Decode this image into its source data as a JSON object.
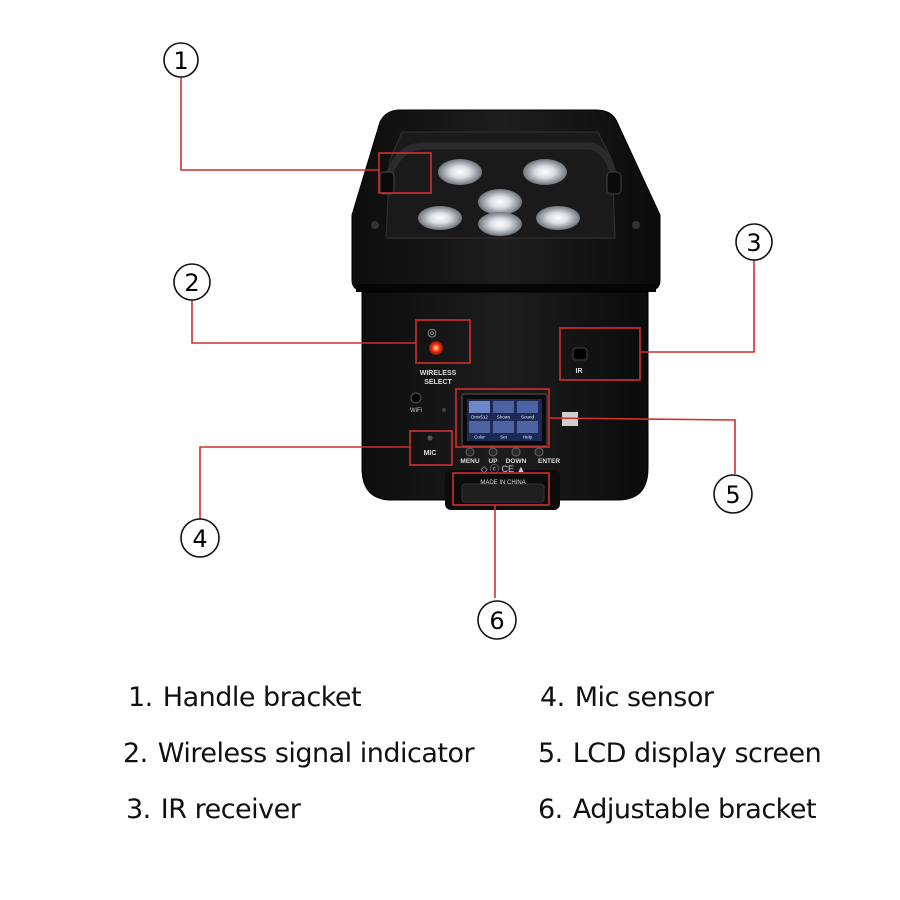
{
  "callouts": [
    {
      "number": "1",
      "label": "Handle bracket"
    },
    {
      "number": "2",
      "label": "Wireless signal indicator"
    },
    {
      "number": "3",
      "label": "IR receiver"
    },
    {
      "number": "4",
      "label": "Mic sensor"
    },
    {
      "number": "5",
      "label": "LCD display screen"
    },
    {
      "number": "6",
      "label": "Adjustable bracket"
    }
  ],
  "legend": [
    {
      "number": "1.",
      "label": "Handle bracket"
    },
    {
      "number": "2.",
      "label": "Wireless signal indicator"
    },
    {
      "number": "3.",
      "label": "IR receiver"
    },
    {
      "number": "4.",
      "label": "Mic sensor"
    },
    {
      "number": "5.",
      "label": "LCD display screen"
    },
    {
      "number": "6.",
      "label": "Adjustable bracket"
    }
  ],
  "device": {
    "wireless_label_1": "WIRELESS",
    "wireless_label_2": "SELECT",
    "wifi_label": "WiFi",
    "ir_label": "IR",
    "mic_label": "MIC",
    "buttons": [
      "MENU",
      "UP",
      "DOWN",
      "ENTER"
    ],
    "made_in": "MADE IN CHINA",
    "lcd_items": [
      "Dmx512",
      "Shows",
      "Sound",
      "Color",
      "Set",
      "Help"
    ]
  },
  "colors": {
    "callout_line": "#d0302a",
    "body": "#141414",
    "led": "#ff3a1a"
  }
}
